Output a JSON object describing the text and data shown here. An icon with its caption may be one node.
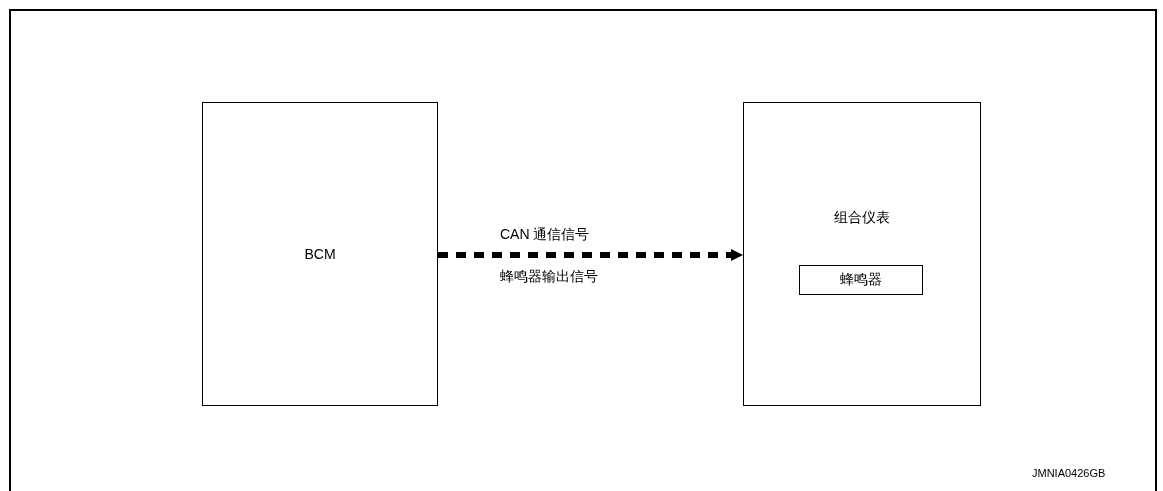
{
  "diagram": {
    "nodes": [
      {
        "text": [
          "BCM"
        ]
      },
      {
        "text": [
          "组合仪表"
        ]
      },
      {
        "text": [
          "蜂鸣器"
        ],
        "in": 1
      }
    ],
    "edges": [
      {
        "from": 0,
        "to": 1,
        "arrow": "to",
        "style": "dashed",
        "label": "CAN 通信信号"
      }
    ],
    "labels": [
      "蜂鸣器输出信号",
      "JMNIA0426GB"
    ]
  }
}
